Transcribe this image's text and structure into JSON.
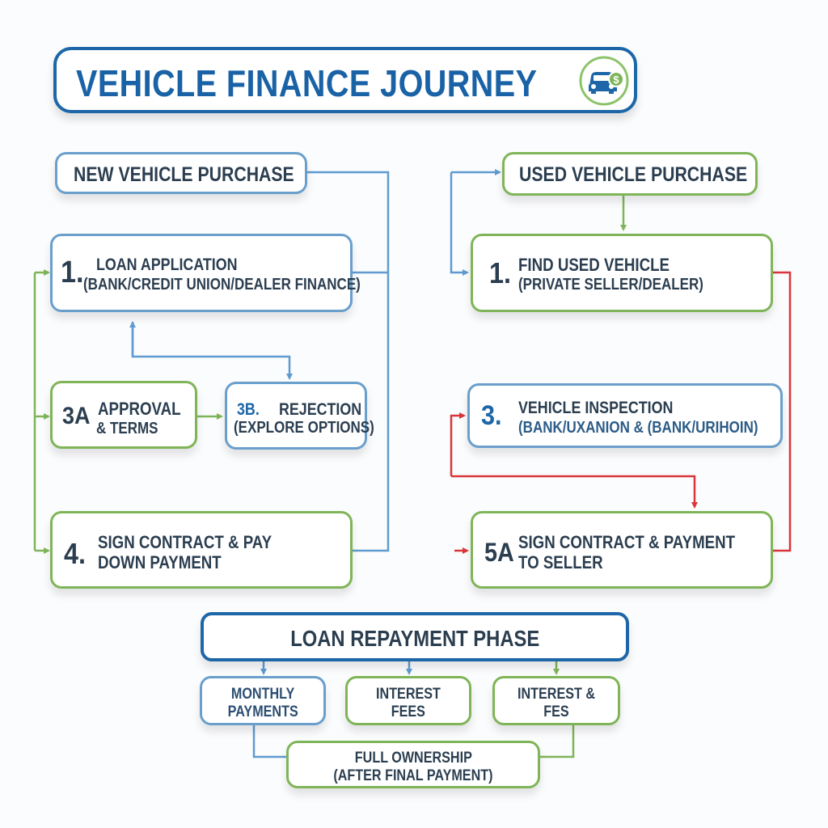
{
  "title": {
    "text": "VEHICLE FINANCE JOURNEY",
    "icon": "car-dollar-icon"
  },
  "colors": {
    "primary_blue": "#1d66a8",
    "light_blue": "#6a9fcc",
    "green": "#7fb558",
    "red": "#d9363b",
    "text": "#2b3e50"
  },
  "new_vehicle": {
    "header": "NEW VEHICLE PURCHASE",
    "steps": [
      {
        "number": "1.",
        "line1": "LOAN APPLICATION",
        "line2": "(BANK/CREDIT UNION/DEALER FINANCE)"
      },
      {
        "number": "3A",
        "line1": "APPROVAL",
        "line2": "& TERMS"
      },
      {
        "number": "3B.",
        "line1": "REJECTION",
        "line2": "(EXPLORE OPTIONS)"
      },
      {
        "number": "4.",
        "line1": "SIGN CONTRACT & PAY",
        "line2": "DOWN PAYMENT"
      }
    ]
  },
  "used_vehicle": {
    "header": "USED VEHICLE PURCHASE",
    "steps": [
      {
        "number": "1.",
        "line1": "FIND USED VEHICLE",
        "line2": "(PRIVATE SELLER/DEALER)"
      },
      {
        "number": "3.",
        "line1": "VEHICLE INSPECTION",
        "line2": "(BANK/UXANION & (BANK/URIHOIN)"
      },
      {
        "number": "5A",
        "line1": "SIGN CONTRACT & PAYMENT",
        "line2": "TO SELLER"
      }
    ]
  },
  "repayment": {
    "header": "LOAN REPAYMENT PHASE",
    "items": [
      {
        "line1": "MONTHLY",
        "line2": "PAYMENTS"
      },
      {
        "line1": "INTEREST",
        "line2": "FEES"
      },
      {
        "line1": "INTEREST & FES",
        "line2": ""
      }
    ],
    "final": {
      "line1": "FULL OWNERSHIP",
      "line2": "(AFTER FINAL PAYMENT)"
    }
  }
}
